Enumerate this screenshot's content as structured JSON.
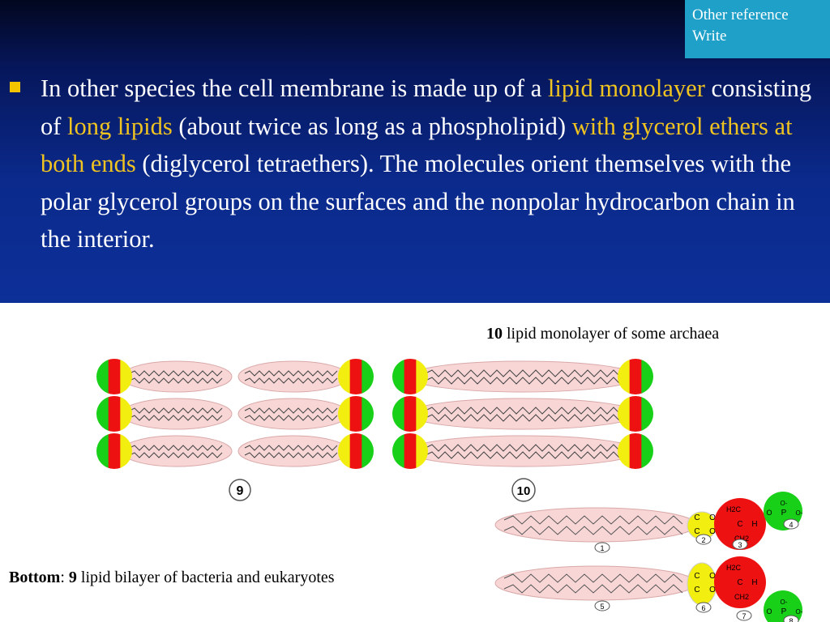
{
  "reference": {
    "line1": "Other reference",
    "line2": "Write"
  },
  "bullet": {
    "parts": [
      {
        "text": "In other species the cell membrane is made up of a ",
        "highlight": false
      },
      {
        "text": "lipid monolayer",
        "highlight": true
      },
      {
        "text": " consisting of ",
        "highlight": false
      },
      {
        "text": "long lipids",
        "highlight": true
      },
      {
        "text": " (about twice as long as a phospholipid) ",
        "highlight": false
      },
      {
        "text": "with glycerol ethers at both ends",
        "highlight": true
      },
      {
        "text": " (diglycerol tetraethers). The molecules orient themselves with the polar glycerol groups on the surfaces and the nonpolar hydrocarbon chain in the interior.",
        "highlight": false
      }
    ]
  },
  "caption_top": {
    "number": "10",
    "text": " lipid monolayer of some archaea"
  },
  "caption_bottom": {
    "label": "Bottom",
    "sep": ": ",
    "number": "9",
    "text": " lipid bilayer of bacteria and eukaryotes"
  },
  "diagram_labels": {
    "fig9": "9",
    "fig10": "10",
    "n1": "1",
    "n2": "2",
    "n3": "3",
    "n4": "4",
    "n5": "5",
    "n6": "6",
    "n7": "7",
    "n8": "8",
    "C": "C",
    "O": "O",
    "P": "P",
    "H": "H",
    "H2C": "H2C",
    "CH2": "CH2",
    "Ominus": "O-"
  },
  "colors": {
    "green": "#18d018",
    "red": "#ee1111",
    "yellow": "#f2ee10",
    "chain_fill": "#f8d6d6",
    "highlight": "#f0c420",
    "ref_box": "#1ea0c8"
  }
}
